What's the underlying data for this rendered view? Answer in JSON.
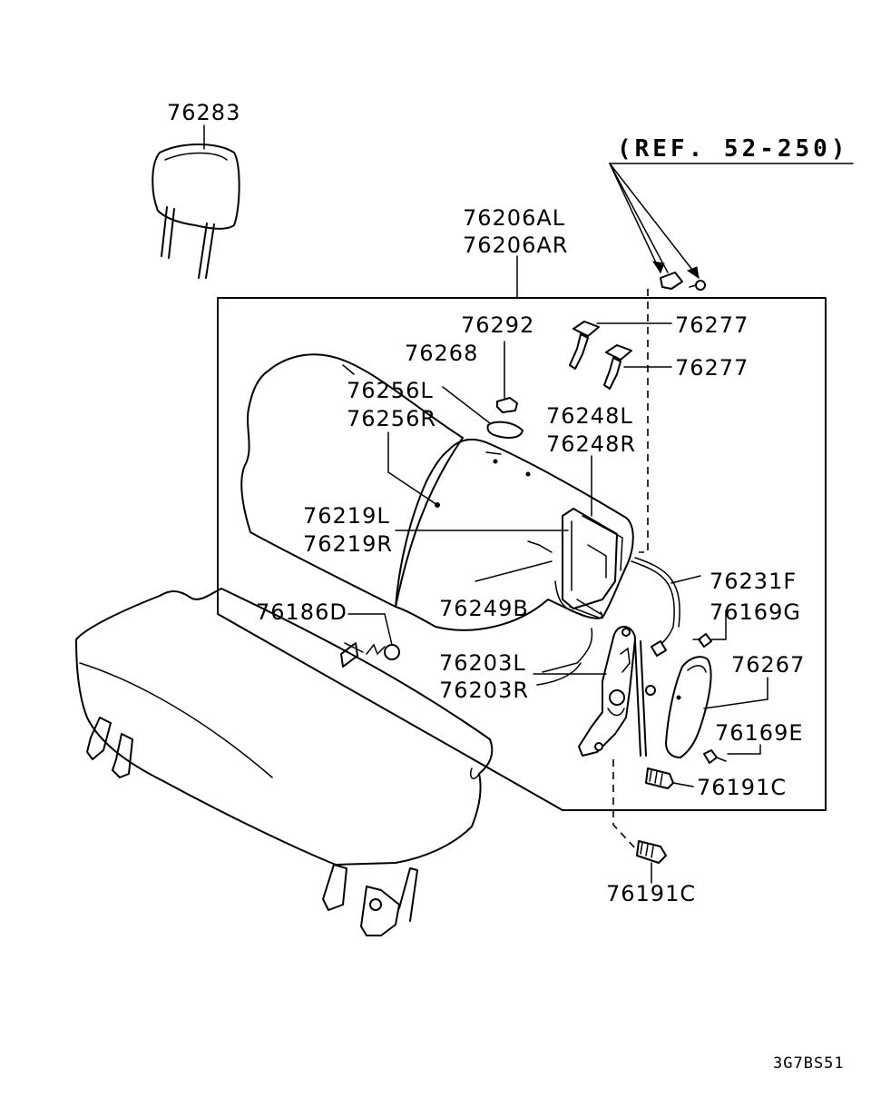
{
  "reference": "(REF. 52-250)",
  "drawing_code": "3G7BS51",
  "part_labels": {
    "headrest": "76283",
    "seatback_al": "76206AL",
    "seatback_ar": "76206AR",
    "clip_76292": "76292",
    "pad_76268": "76268",
    "bolt_76277_a": "76277",
    "bolt_76277_b": "76277",
    "cover_76256l": "76256L",
    "cover_76256r": "76256R",
    "frame_76248l": "76248L",
    "frame_76248r": "76248R",
    "spring_76219l": "76219L",
    "spring_76219r": "76219R",
    "cable_76231f": "76231F",
    "screw_76169g": "76169G",
    "hook_76186d": "76186D",
    "clip_76249b": "76249B",
    "cover_76267": "76267",
    "hinge_76203l": "76203L",
    "hinge_76203r": "76203R",
    "screw_76169e": "76169E",
    "bolt_76191c_a": "76191C",
    "bolt_76191c_b": "76191C"
  }
}
